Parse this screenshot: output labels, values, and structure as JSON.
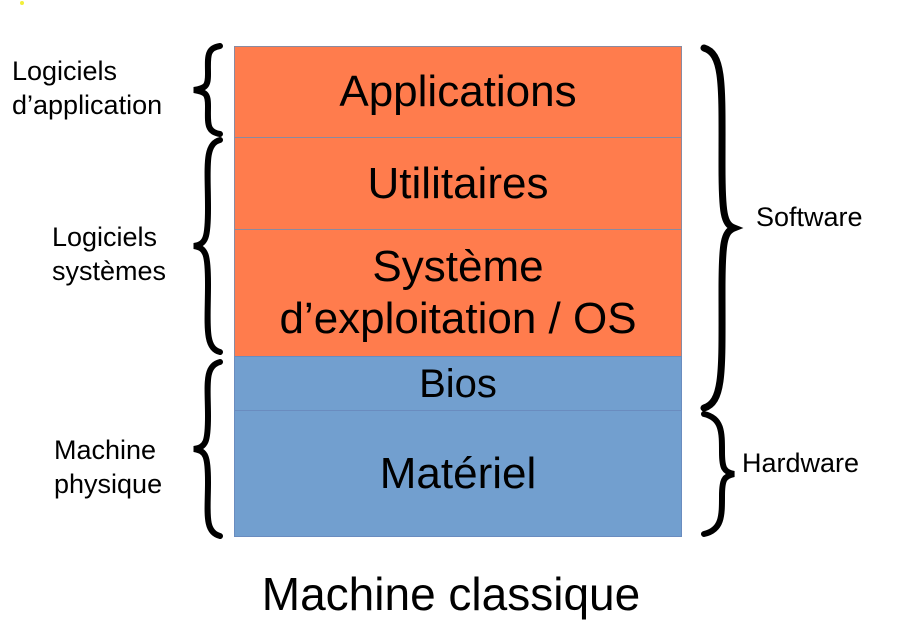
{
  "title": "Machine classique",
  "colors": {
    "software_layer": "#ff7c4d",
    "hardware_layer": "#729fcf",
    "brace": "#000000"
  },
  "layers": [
    {
      "label": "Applications",
      "kind": "software"
    },
    {
      "label": "Utilitaires",
      "kind": "software"
    },
    {
      "label": "Système d’exploitation / OS",
      "line1": "Système",
      "line2": "d’exploitation / OS",
      "kind": "software"
    },
    {
      "label": "Bios",
      "kind": "hardware"
    },
    {
      "label": "Matériel",
      "kind": "hardware"
    }
  ],
  "left_groups": [
    {
      "line1": "Logiciels",
      "line2": "d’application",
      "covers": [
        "Applications"
      ]
    },
    {
      "line1": "Logiciels",
      "line2": "systèmes",
      "covers": [
        "Utilitaires",
        "Système d’exploitation / OS"
      ]
    },
    {
      "line1": "Machine",
      "line2": "physique",
      "covers": [
        "Bios",
        "Matériel"
      ]
    }
  ],
  "right_groups": [
    {
      "label": "Software",
      "covers": [
        "Applications",
        "Utilitaires",
        "Système d’exploitation / OS",
        "Bios"
      ]
    },
    {
      "label": "Hardware",
      "covers": [
        "Matériel"
      ]
    }
  ]
}
